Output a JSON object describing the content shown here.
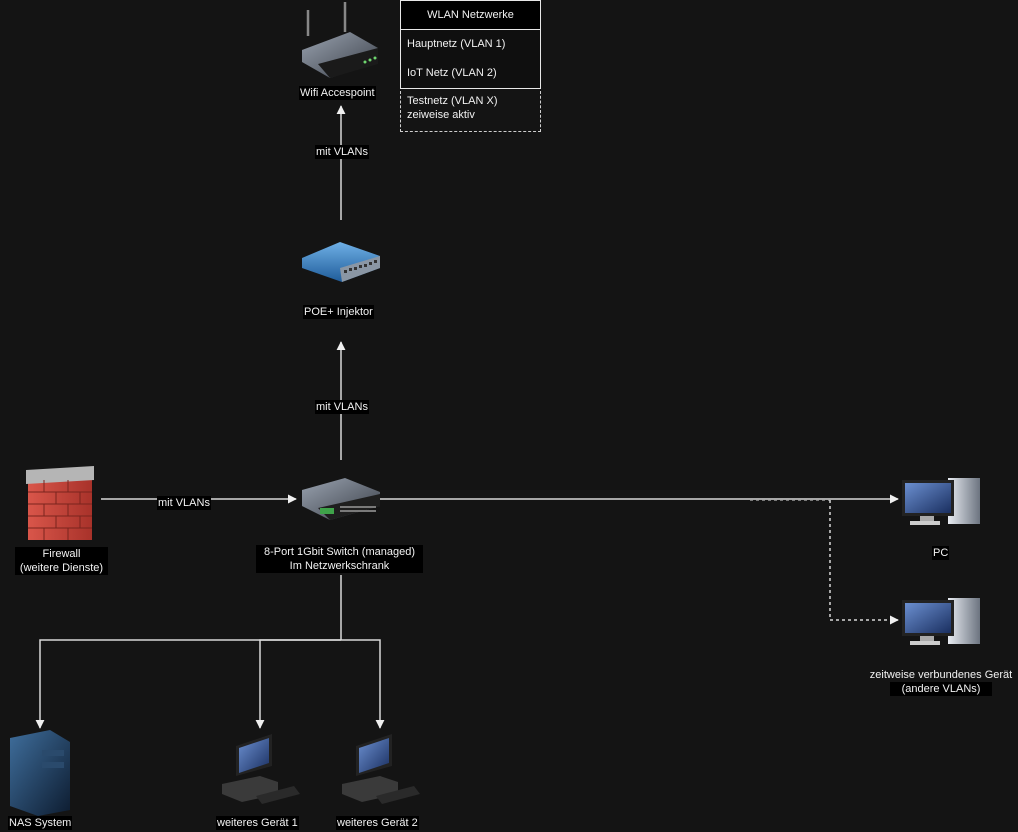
{
  "diagram": {
    "background": "#141414",
    "line_color": "#d8d8d8",
    "nodes": {
      "wifi_ap": {
        "label": "Wifi Accespoint",
        "icon": "wireless-router-icon"
      },
      "poe": {
        "label": "POE+ Injektor",
        "icon": "poe-injector-icon"
      },
      "switch": {
        "label_line1": "8-Port 1Gbit Switch (managed)",
        "label_line2": "Im Netzwerkschrank",
        "icon": "network-switch-icon"
      },
      "firewall": {
        "label_line1": "Firewall",
        "label_line2": "(weitere Dienste)",
        "icon": "firewall-brick-icon"
      },
      "pc": {
        "label": "PC",
        "icon": "desktop-pc-icon"
      },
      "temp_device": {
        "label_line1": "zeitweise verbundenes Gerät",
        "label_line2": "(andere VLANs)",
        "icon": "desktop-pc-icon"
      },
      "nas": {
        "label": "NAS System",
        "icon": "server-tower-icon"
      },
      "device1": {
        "label": "weiteres Gerät 1",
        "icon": "workstation-icon"
      },
      "device2": {
        "label": "weiteres Gerät 2",
        "icon": "workstation-icon"
      }
    },
    "edges": [
      {
        "from": "firewall",
        "to": "switch",
        "label": "mit VLANs",
        "style": "solid"
      },
      {
        "from": "switch",
        "to": "poe",
        "label": "mit VLANs",
        "style": "solid"
      },
      {
        "from": "poe",
        "to": "wifi_ap",
        "label": "mit VLANs",
        "style": "solid"
      },
      {
        "from": "switch",
        "to": "pc",
        "label": "",
        "style": "solid"
      },
      {
        "from": "switch",
        "to": "temp_device",
        "label": "",
        "style": "dashed"
      },
      {
        "from": "switch",
        "to": "nas",
        "label": "",
        "style": "solid"
      },
      {
        "from": "switch",
        "to": "device1",
        "label": "",
        "style": "solid"
      },
      {
        "from": "switch",
        "to": "device2",
        "label": "",
        "style": "solid"
      }
    ],
    "wlan": {
      "title": "WLAN Netzwerke",
      "networks": [
        "Hauptnetz (VLAN 1)",
        "IoT Netz (VLAN 2)"
      ],
      "optional_line1": "Testnetz (VLAN X)",
      "optional_line2": "zeiweise aktiv"
    }
  }
}
